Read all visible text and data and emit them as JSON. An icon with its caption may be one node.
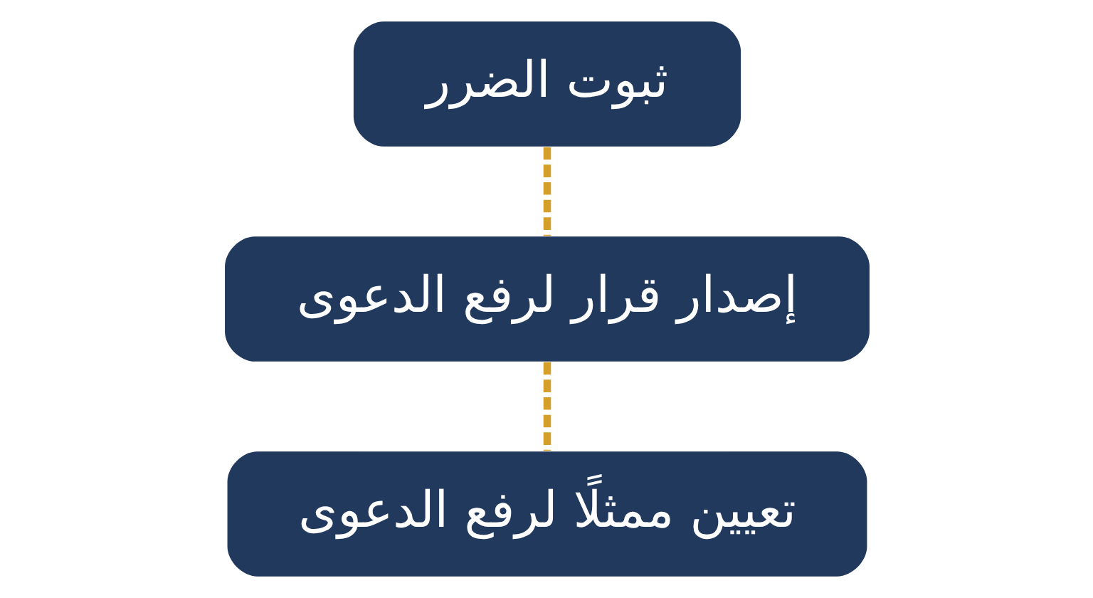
{
  "diagram": {
    "nodes": [
      {
        "text": [
          "ثبوت الضرر"
        ]
      },
      {
        "text": [
          "إصدار قرار لرفع الدعوى"
        ]
      },
      {
        "text": [
          "تعيين ممثلًا لرفع الدعوى"
        ]
      }
    ],
    "edges": [
      {
        "from": 0,
        "to": 1,
        "arrow": "none",
        "style": "dashed"
      },
      {
        "from": 1,
        "to": 2,
        "arrow": "none",
        "style": "dashed"
      }
    ]
  }
}
